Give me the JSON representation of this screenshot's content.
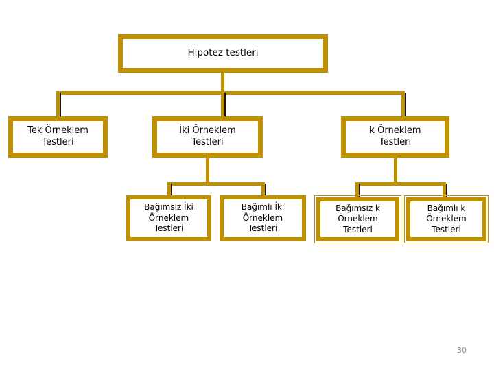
{
  "slide": {
    "page_number": "30",
    "accent_color": "#BF9000",
    "background_color": "#FFFFFF",
    "text_color": "#000000",
    "page_number_color": "#8A8A8A"
  },
  "diagram": {
    "type": "tree",
    "root": {
      "id": "hipotez-testleri",
      "label": "Hipotez testleri"
    },
    "level2": [
      {
        "id": "tek-orneklem",
        "label": "Tek Örneklem\nTestleri"
      },
      {
        "id": "iki-orneklem",
        "label": "İki Örneklem\nTestleri"
      },
      {
        "id": "k-orneklem",
        "label": "k Örneklem\nTestleri"
      }
    ],
    "level3_iki": [
      {
        "id": "bagimsiz-iki",
        "label": "Bağımsız İki\nÖrneklem\nTestleri"
      },
      {
        "id": "bagimli-iki",
        "label": "Bağımlı İki\nÖrneklem\nTestleri"
      }
    ],
    "level3_k": [
      {
        "id": "bagimsiz-k",
        "label": "Bağımsız k\nÖrneklem\nTestleri"
      },
      {
        "id": "bagimli-k",
        "label": "Bağımlı k\nÖrneklem\nTestleri"
      }
    ]
  }
}
